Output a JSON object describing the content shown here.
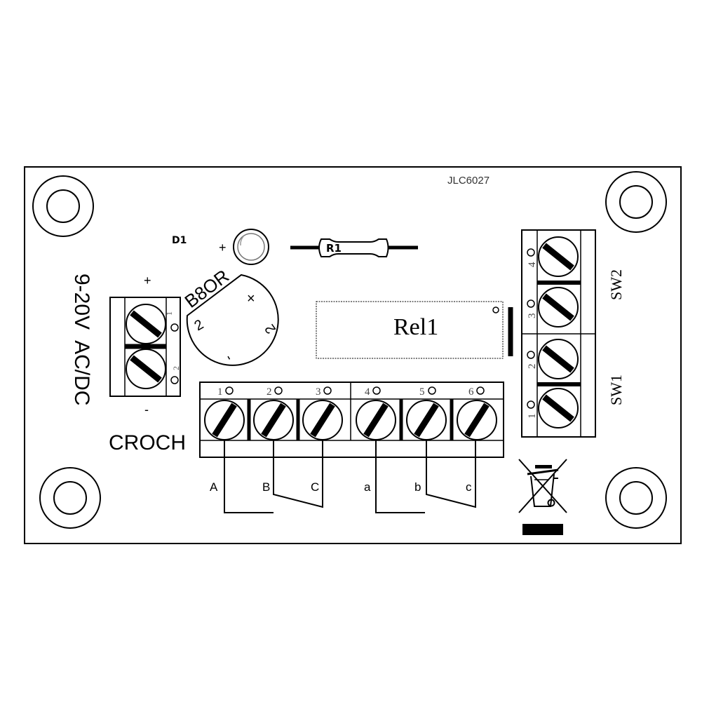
{
  "board_code": "JLC6027",
  "led": {
    "ref": "D1",
    "polarity": "+"
  },
  "resistor": {
    "ref": "R1"
  },
  "bridge": {
    "ref": "B8OR",
    "pin_plus": "×",
    "pin_minus": "-",
    "pin_ac_left": "2",
    "pin_ac_right": "2"
  },
  "supply": {
    "label": "9-20V  AC/DC",
    "plus": "+",
    "minus": "-",
    "pin1": "1",
    "pin2": "2"
  },
  "module_name": "CROCH",
  "relay": {
    "ref": "Rel1"
  },
  "output_terminals": [
    "1",
    "2",
    "3",
    "4",
    "5",
    "6"
  ],
  "contact_labels": [
    "A",
    "B",
    "C",
    "a",
    "b",
    "c"
  ],
  "switch_terminals": [
    "4",
    "3",
    "2",
    "1"
  ],
  "switches": {
    "upper": "SW2",
    "lower": "SW1"
  },
  "icons": [
    "screw-terminal-icon",
    "weee-bin-icon",
    "led-icon",
    "resistor-icon"
  ],
  "colors": {
    "ink": "#000000",
    "background": "#ffffff",
    "silkscreen_grey": "#555555"
  }
}
